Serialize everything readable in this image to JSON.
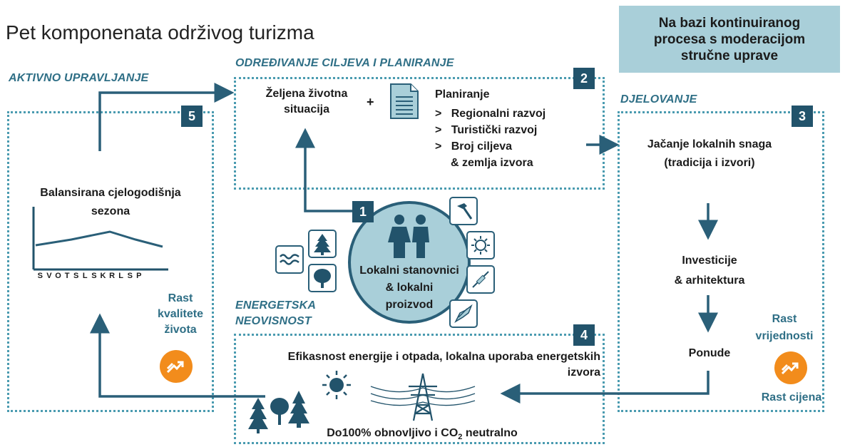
{
  "title": "Pet komponenata održivog turizma",
  "note": "Na bazi kontinuiranog\nprocesa s moderacijom\nstručne uprave",
  "sections": {
    "s1": {
      "number": "1",
      "label": "Lokalni stanovnici\n& lokalni\nproizvod"
    },
    "s2": {
      "number": "2",
      "heading": "ODREĐIVANJE CILJEVA I PLANIRANJE",
      "goal": "Željena životna\nsituacija",
      "plus": "+",
      "planning_title": "Planiranje",
      "planning_items": [
        "Regionalni razvoj",
        "Turistički razvoj",
        "Broj ciljeva",
        "& zemlja izvora"
      ],
      "bullet": ">"
    },
    "s3": {
      "number": "3",
      "heading": "DJELOVANJE",
      "step1": "Jačanje lokalnih snaga\n(tradicija i izvori)",
      "step2": "Investicije\n& arhitektura",
      "step3": "Ponude",
      "side_top": "Rast\nvrijednosti",
      "side_bottom": "Rast cijena"
    },
    "s4": {
      "number": "4",
      "heading": "ENERGETSKA\nNEOVISNOST",
      "text": "Efikasnost energije i otpada, lokalna uporaba energetskih\nizvora",
      "bottom_pre": "Do100% obnovljivo i  CO",
      "bottom_sub": "2",
      "bottom_post": " neutralno"
    },
    "s5": {
      "number": "5",
      "heading": "AKTIVNO UPRAVLJANJE",
      "chart_title": "Balansirana cjelogodišnja\nsezona",
      "months": [
        "S",
        "V",
        "O",
        "T",
        "S",
        "L",
        "S",
        "K",
        "R",
        "L",
        "S",
        "P"
      ],
      "side": "Rast\nkvalitete\nživota"
    }
  },
  "icons": [
    "people-icon",
    "hammer-icon",
    "sun-icon",
    "syringe-icon",
    "leaf-hand-icon",
    "tree-icon",
    "waves-icon",
    "deciduous-tree-icon",
    "document-icon",
    "forest-icon",
    "power-pylon-icon",
    "growth-arrow-icon"
  ],
  "colors": {
    "accent": "#2f6f86",
    "dark": "#22536b",
    "light": "#a9cfd9",
    "orange": "#f28c1c",
    "dots": "#4a9bb0"
  }
}
